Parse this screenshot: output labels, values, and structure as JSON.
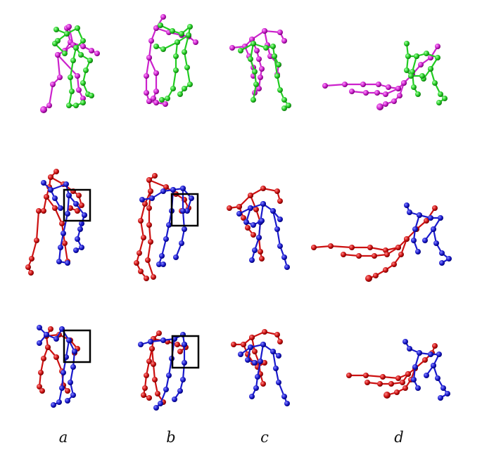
{
  "column_labels": [
    "a",
    "b",
    "c",
    "d"
  ],
  "colors": {
    "magenta": "#cc22cc",
    "green": "#22cc22",
    "red": "#cc1111",
    "blue": "#1a1acc",
    "box": "#000000"
  },
  "rows": [
    "top-magenta-green",
    "middle-red-blue",
    "bottom-red-blue"
  ]
}
